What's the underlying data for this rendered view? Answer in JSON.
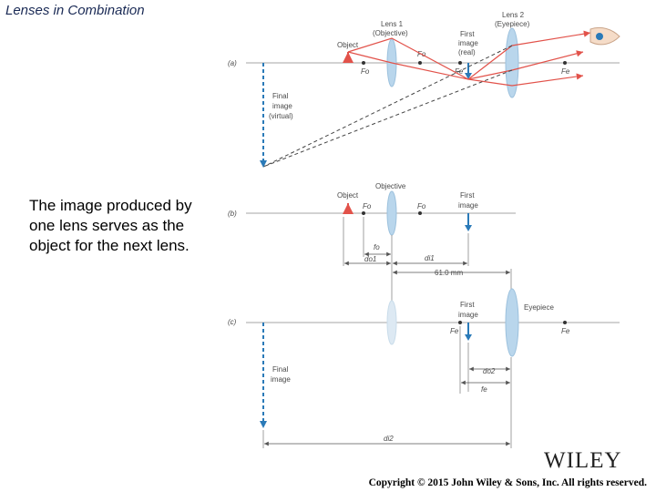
{
  "title": "Lenses in Combination",
  "body_text": "The image produced by one lens serves as the object for the next lens.",
  "copyright": "Copyright © 2015 John Wiley & Sons, Inc. All rights reserved.",
  "logo": "WILEY",
  "colors": {
    "title": "#1a2a55",
    "lens": "#b9d6ec",
    "axis": "#c4c4c4",
    "object_arrow": "#e2524a",
    "image_arrow": "#2a7ab8",
    "ray": "#e2524a"
  },
  "figure": {
    "a": {
      "panel_label": "(a)",
      "lens1_label_1": "Lens 1",
      "lens1_label_2": "(Objective)",
      "lens2_label_1": "Lens 2",
      "lens2_label_2": "(Eyepiece)",
      "object_label": "Object",
      "first_image_1": "First",
      "first_image_2": "image",
      "first_image_3": "(real)",
      "fo": "Fo",
      "fo_right": "Fo",
      "fe": "Fe",
      "fe_right": "Fe",
      "final_1": "Final",
      "final_2": "image",
      "final_3": "(virtual)"
    },
    "b": {
      "panel_label": "(b)",
      "objective": "Objective",
      "object_label": "Object",
      "fo": "Fo",
      "fo_right": "Fo",
      "first_image_1": "First",
      "first_image_2": "image",
      "f_o": "fo",
      "d_o1": "do1",
      "d_i1": "di1",
      "separation": "61.0 mm"
    },
    "c": {
      "panel_label": "(c)",
      "eyepiece": "Eyepiece",
      "first_image_1": "First",
      "first_image_2": "image",
      "fe": "Fe",
      "fe_right": "Fe",
      "d_o2": "do2",
      "f_e": "fe",
      "final_1": "Final",
      "final_2": "image",
      "d_i2": "di2"
    }
  }
}
